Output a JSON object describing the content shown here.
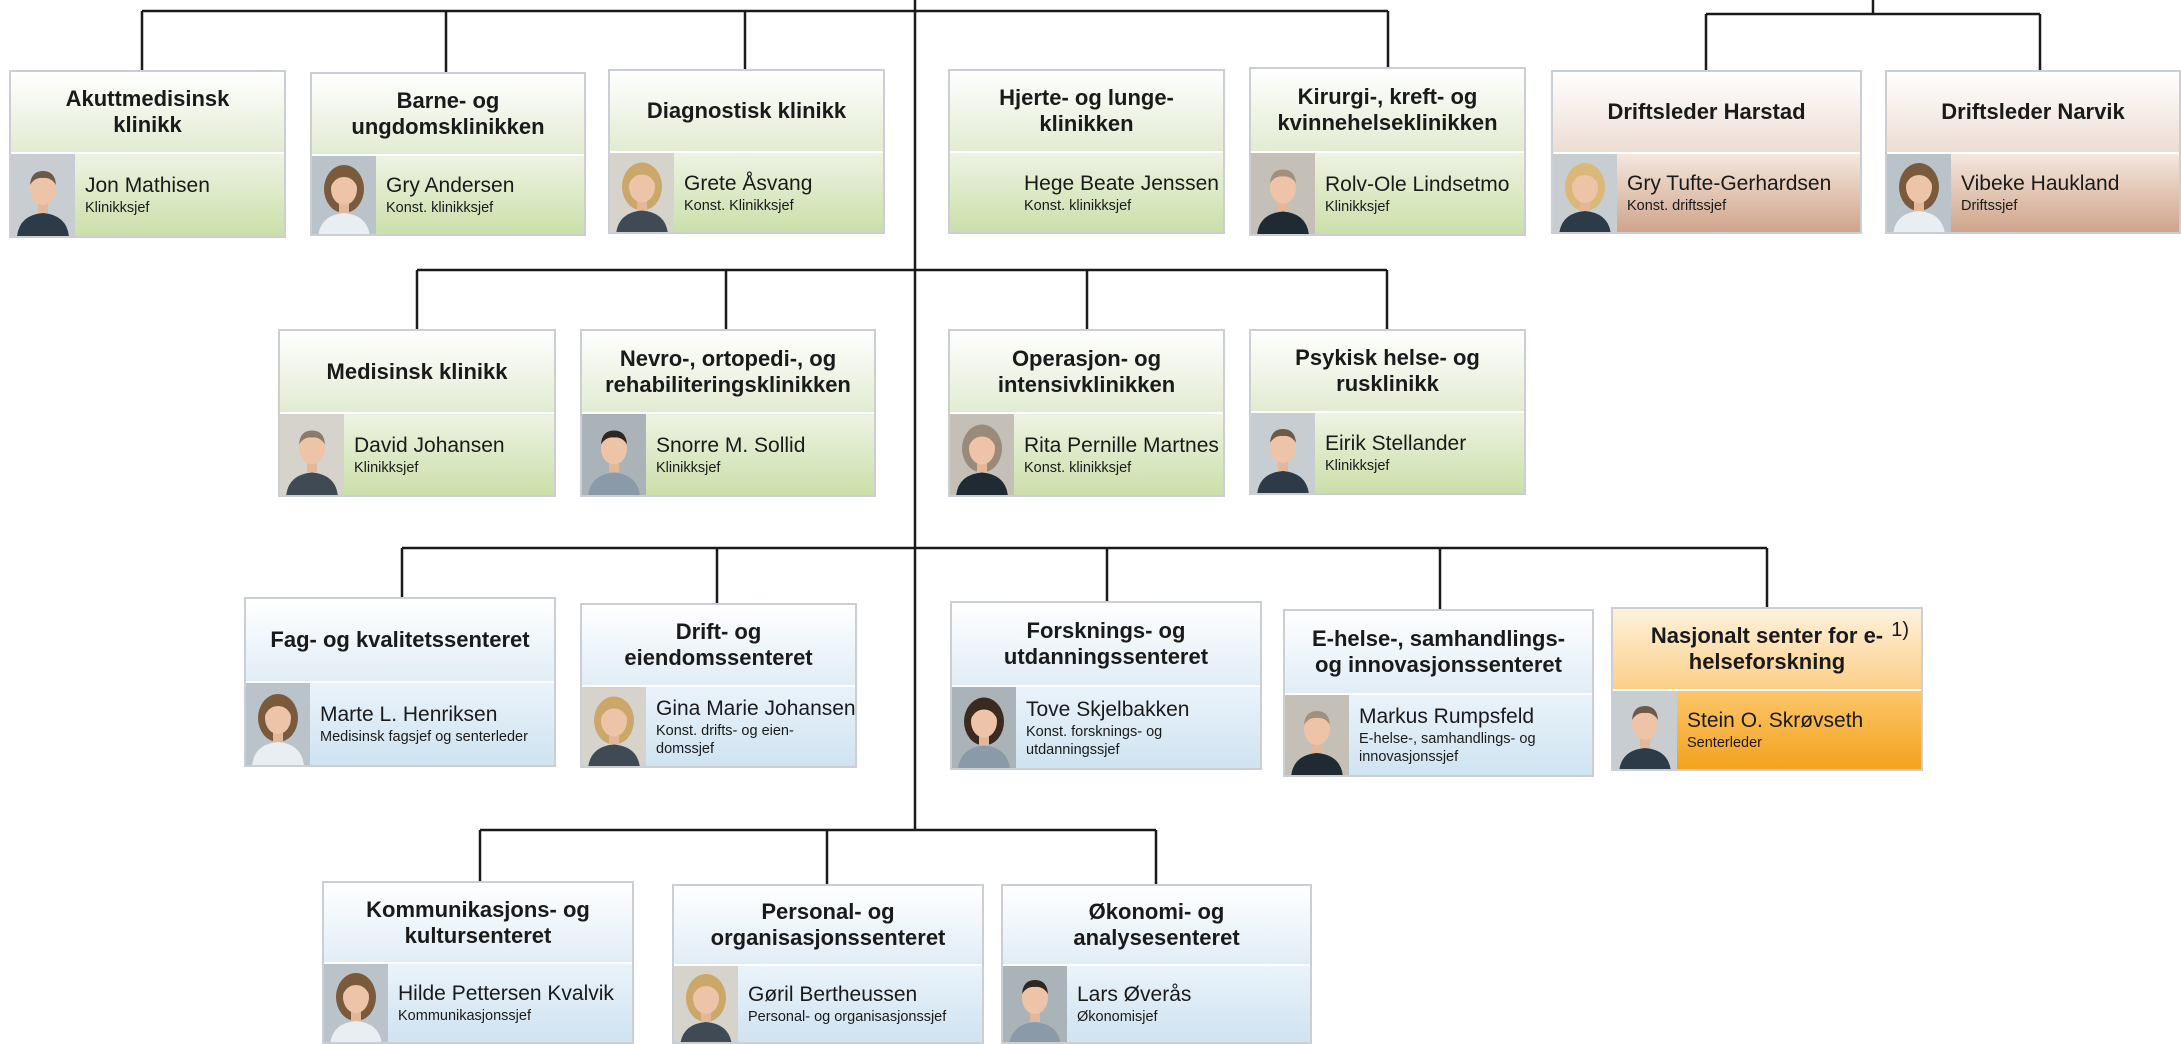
{
  "units": [
    {
      "id": "akutt",
      "title": "Akuttmedisinsk klinikk",
      "name": "Jon Mathisen",
      "role": "Klinikksjef",
      "photo": "portrait-man"
    },
    {
      "id": "barne",
      "title": "Barne- og ungdomsklinikken",
      "name": "Gry Andersen",
      "role": "Konst. klinikksjef",
      "photo": "portrait-woman"
    },
    {
      "id": "diag",
      "title": "Diagnostisk klinikk",
      "name": "Grete Åsvang",
      "role": "Konst. Klinikksjef",
      "photo": "portrait-woman"
    },
    {
      "id": "hjerte",
      "title": "Hjerte- og lunge-klinikken",
      "name": "Hege Beate Jenssen",
      "role": "Konst. klinikksjef",
      "photo": "none"
    },
    {
      "id": "kirurgi",
      "title": "Kirurgi-, kreft- og kvinnehelseklinikken",
      "name": "Rolv-Ole Lindsetmo",
      "role": "Klinikksjef",
      "photo": "portrait-man"
    },
    {
      "id": "harstad",
      "title": "Driftsleder Harstad",
      "name": "Gry Tufte-Gerhardsen",
      "role": "Konst. driftssjef",
      "photo": "portrait-woman"
    },
    {
      "id": "narvik",
      "title": "Driftsleder Narvik",
      "name": "Vibeke Haukland",
      "role": "Driftssjef",
      "photo": "portrait-woman"
    },
    {
      "id": "med",
      "title": "Medisinsk klinikk",
      "name": "David Johansen",
      "role": "Klinikksjef",
      "photo": "portrait-man"
    },
    {
      "id": "nevro",
      "title": "Nevro-, ortopedi-, og rehabiliteringsklinikken",
      "name": "Snorre M. Sollid",
      "role": "Klinikksjef",
      "photo": "portrait-man"
    },
    {
      "id": "oper",
      "title": "Operasjon- og intensivklinikken",
      "name": "Rita Pernille Martnes",
      "role": "Konst. klinikksjef",
      "photo": "portrait-woman"
    },
    {
      "id": "psyk",
      "title": "Psykisk helse- og rusklinikk",
      "name": "Eirik Stellander",
      "role": "Klinikksjef",
      "photo": "portrait-man"
    },
    {
      "id": "fag",
      "title": "Fag- og kvalitetssenteret",
      "name": "Marte L. Henriksen",
      "role": "Medisinsk fagsjef og senterleder",
      "photo": "portrait-woman"
    },
    {
      "id": "drift",
      "title": "Drift- og eiendomssenteret",
      "name": "Gina Marie Johansen",
      "role": "Konst. drifts- og eien-domssjef",
      "photo": "portrait-woman"
    },
    {
      "id": "forsk",
      "title": "Forsknings- og utdanningssenteret",
      "name": "Tove Skjelbakken",
      "role": "Konst. forsknings- og utdanningssjef",
      "photo": "portrait-woman"
    },
    {
      "id": "ehelse",
      "title": "E-helse-, samhandlings- og innovasjonssenteret",
      "name": "Markus Rumpsfeld",
      "role": "E-helse-, samhandlings- og innovasjonssjef",
      "photo": "portrait-man"
    },
    {
      "id": "nasjonalt",
      "title": "Nasjonalt senter for e-helseforskning",
      "name": "Stein O. Skrøvseth",
      "role": "Senterleder",
      "photo": "portrait-man",
      "note": "1)"
    },
    {
      "id": "komm",
      "title": "Kommunikasjons- og kultursenteret",
      "name": "Hilde Pettersen Kvalvik",
      "role": "Kommunikasjonssjef",
      "photo": "portrait-woman"
    },
    {
      "id": "pers",
      "title": "Personal- og organisasjonssenteret",
      "name": "Gøril Bertheussen",
      "role": "Personal- og organisasjonssjef",
      "photo": "portrait-woman"
    },
    {
      "id": "okon",
      "title": "Økonomi- og analysesenteret",
      "name": "Lars Øverås",
      "role": "Økonomisjef",
      "photo": "portrait-man"
    }
  ],
  "colors": {
    "line": "#1a1a1a",
    "clinic_green": "#cbdfa9",
    "center_blue": "#cfe3f1",
    "local_brown": "#cfa48a",
    "national_orange": "#f3a21d",
    "card_border": "#c9cfd4"
  }
}
